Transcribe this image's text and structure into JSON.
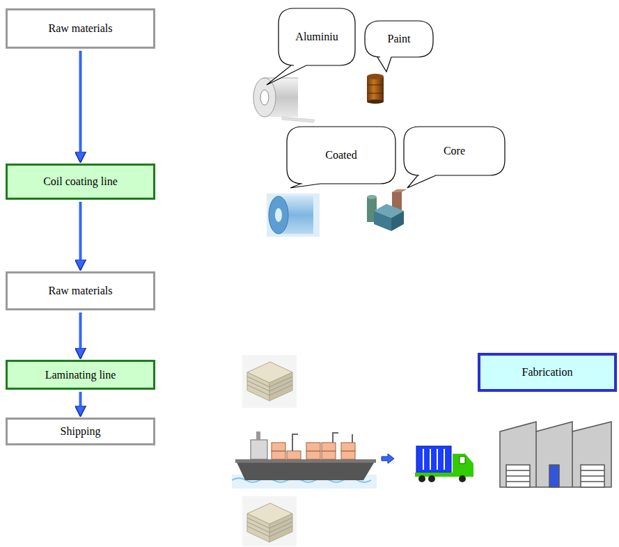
{
  "diagram": {
    "nodes": [
      {
        "text": [
          "Raw materials"
        ]
      },
      {
        "text": [
          "Aluminiu"
        ]
      },
      {
        "text": [
          "Paint"
        ]
      },
      {
        "text": [
          "Coil coating line"
        ]
      },
      {
        "text": [
          "Coated"
        ]
      },
      {
        "text": [
          "Core"
        ]
      },
      {
        "text": [
          "Raw materials"
        ]
      },
      {
        "text": [
          "Laminating line"
        ]
      },
      {
        "text": [
          "Fabrication"
        ]
      },
      {
        "text": [
          "Shipping"
        ]
      }
    ],
    "edges": [
      {
        "from": 0,
        "to": 3,
        "arrow": "to"
      },
      {
        "from": 3,
        "to": 6,
        "arrow": "to"
      },
      {
        "from": 6,
        "to": 7,
        "arrow": "to"
      },
      {
        "from": 7,
        "to": 9,
        "arrow": "to"
      }
    ]
  }
}
